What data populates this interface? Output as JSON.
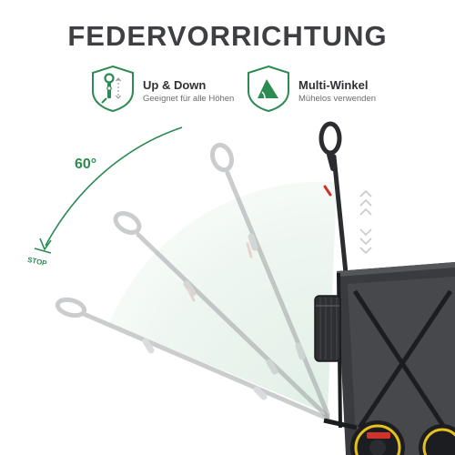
{
  "heading": "FEDERVORRICHTUNG",
  "features": [
    {
      "title": "Up & Down",
      "subtitle": "Geeignet für alle Höhen",
      "icon": "handle-up-down-icon"
    },
    {
      "title": "Multi-Winkel",
      "subtitle": "Mühelos verwenden",
      "icon": "angle-icon"
    }
  ],
  "angle": {
    "value": "60°",
    "stop": "STOP"
  },
  "colors": {
    "accent": "#2c8a52",
    "heading": "#3d3f43",
    "wagon": "#3a3b3f",
    "wheel": "#e6c21a",
    "brake": "#d0332b"
  }
}
